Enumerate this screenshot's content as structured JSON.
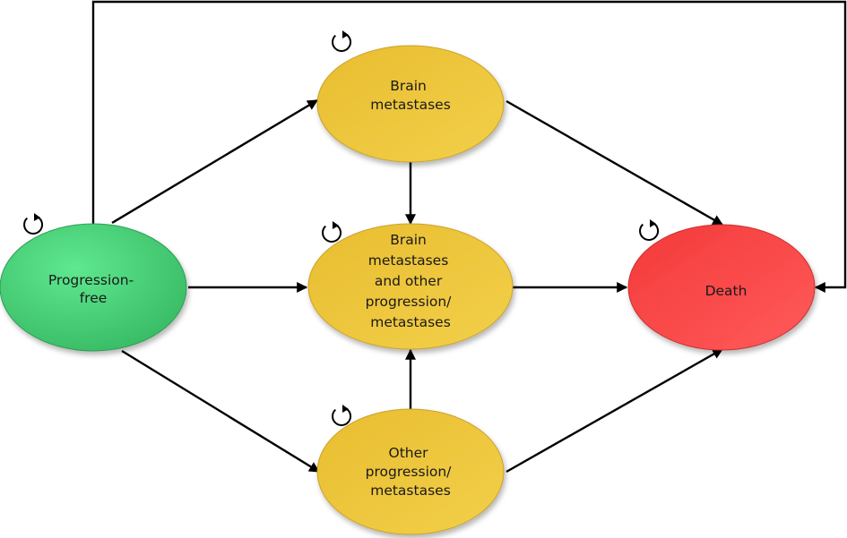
{
  "diagram": {
    "type": "state-transition",
    "colors": {
      "progression_free": "#3ddc76",
      "intermediate": "#f0c93c",
      "death": "#ff4a4a",
      "edge": "#000000"
    },
    "nodes": {
      "progression_free": {
        "label_lines": [
          "Progression-",
          "free"
        ]
      },
      "brain": {
        "label_lines": [
          "Brain",
          "metastases"
        ]
      },
      "brain_other": {
        "label_lines": [
          "Brain",
          "metastases",
          "and other",
          "progression/",
          "metastases"
        ]
      },
      "other": {
        "label_lines": [
          "Other",
          "progression/",
          "metastases"
        ]
      },
      "death": {
        "label_lines": [
          "Death"
        ]
      }
    },
    "edges": [
      {
        "from": "progression_free",
        "to": "brain"
      },
      {
        "from": "progression_free",
        "to": "brain_other"
      },
      {
        "from": "progression_free",
        "to": "other"
      },
      {
        "from": "progression_free",
        "to": "death"
      },
      {
        "from": "brain",
        "to": "brain_other"
      },
      {
        "from": "brain",
        "to": "death"
      },
      {
        "from": "other",
        "to": "brain_other"
      },
      {
        "from": "other",
        "to": "death"
      },
      {
        "from": "brain_other",
        "to": "death"
      }
    ],
    "self_loops": [
      "progression_free",
      "brain",
      "brain_other",
      "other",
      "death"
    ]
  }
}
